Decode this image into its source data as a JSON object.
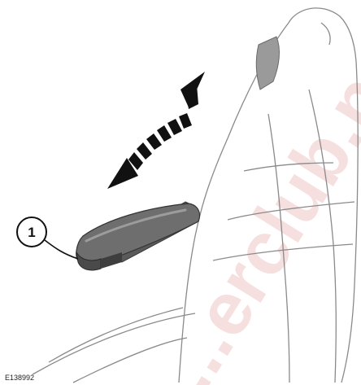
{
  "callouts": [
    {
      "label": "1"
    }
  ],
  "reference_code": "E138992",
  "watermark": {
    "text": "...erclub.net",
    "color": "#c01010"
  },
  "colors": {
    "line": "#7a7a7a",
    "armrest_dark": "#4a4a4a",
    "armrest_mid": "#777777",
    "arrow": "#111111"
  },
  "icons": [
    "double-headed-motion-arrow"
  ]
}
